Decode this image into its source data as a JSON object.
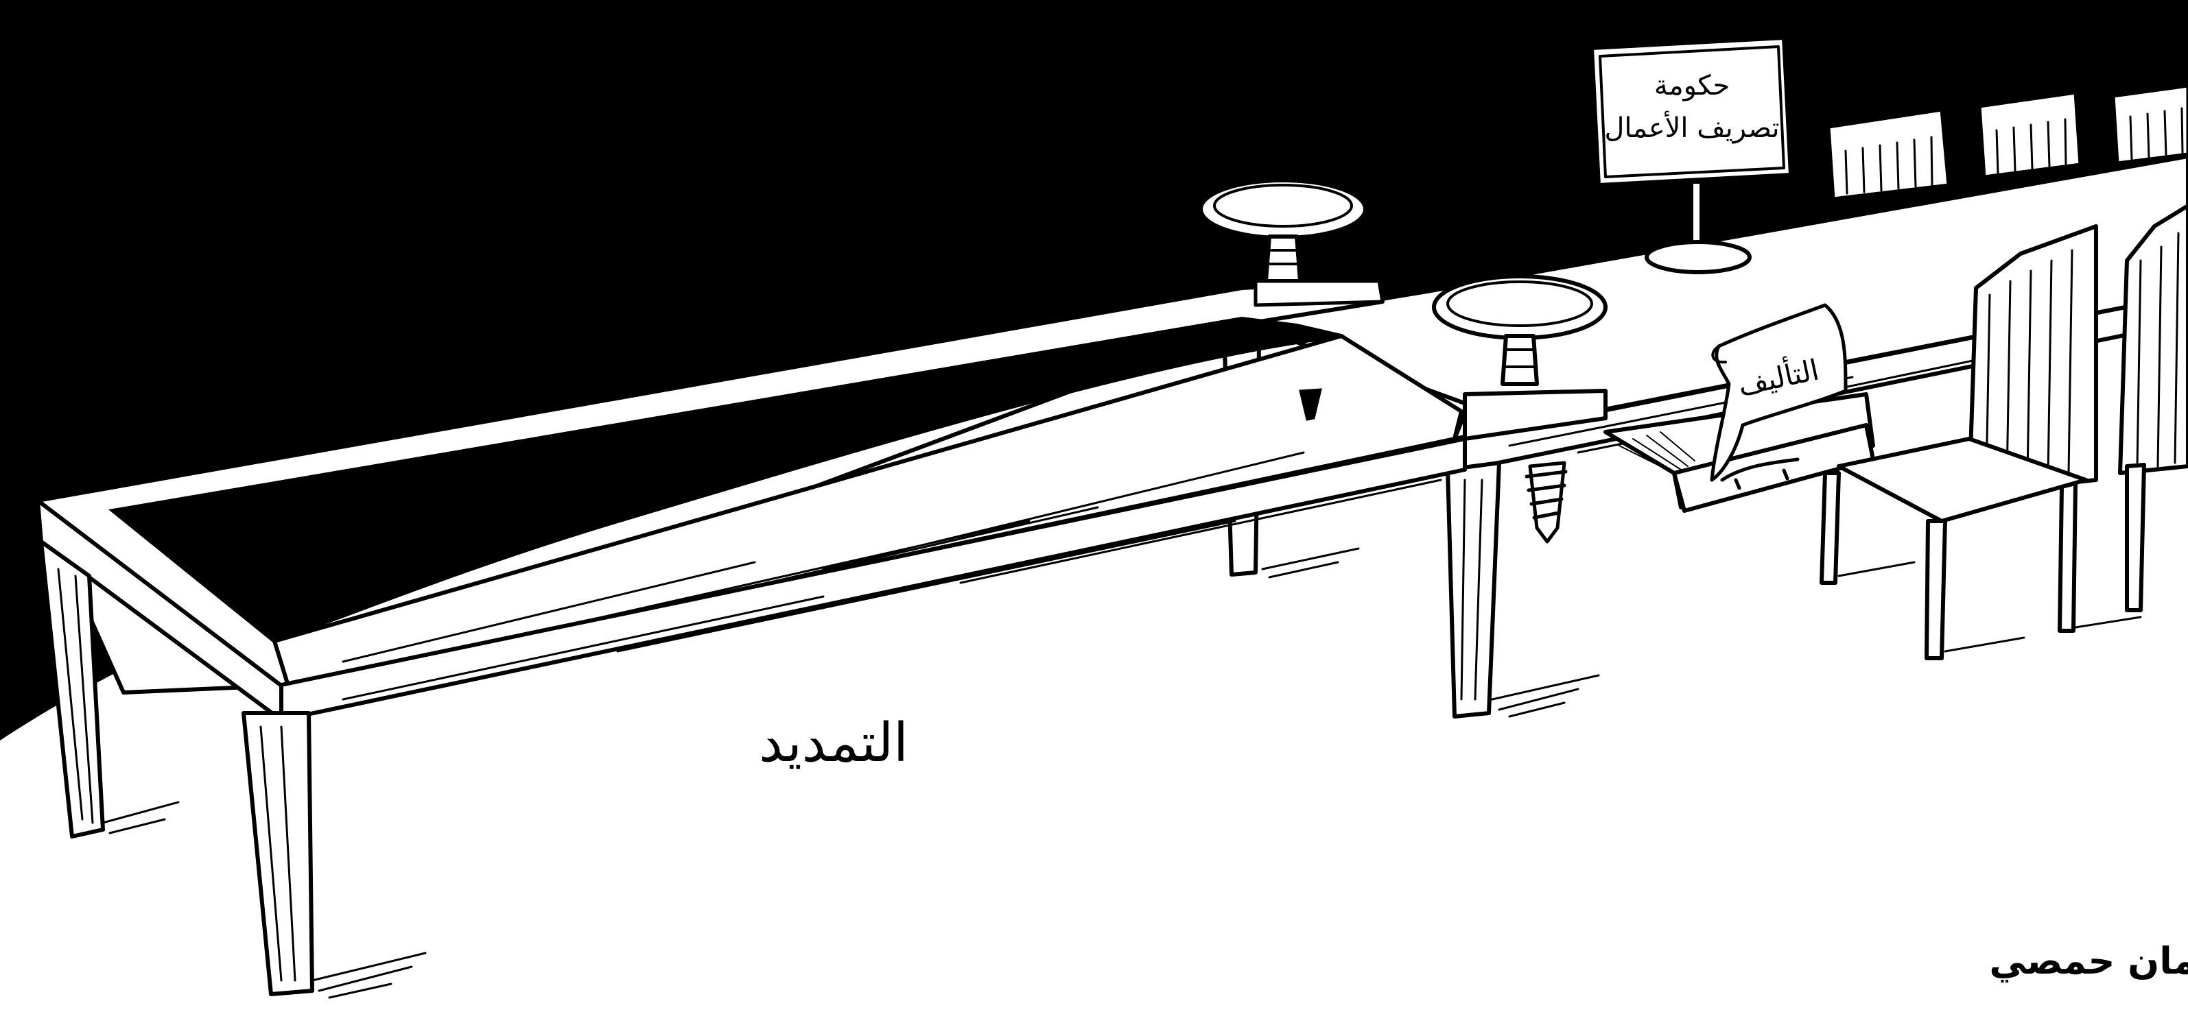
{
  "caption": {
    "table_extension": "التمديد"
  },
  "sign": {
    "line1": "حكومة",
    "line2": "تصريف الأعمال"
  },
  "scroll": {
    "text": "التأليف"
  },
  "signature": {
    "text": "ارمان حمصي"
  },
  "colors": {
    "ink": "#000000",
    "paper": "#ffffff"
  },
  "icons": {
    "screw": "screw-icon",
    "clamp": "clamp-icon",
    "chair": "chair-icon"
  }
}
